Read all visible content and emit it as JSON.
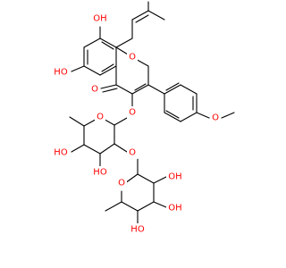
{
  "molecule": {
    "atom_label_color": "#ff0000",
    "bond_color": "#000000",
    "labels": {
      "oh_top": "OH",
      "oh_left": "OH",
      "ho_left": "HO",
      "o_carbonyl": "O",
      "o_ring_c": "O",
      "o_methoxy": "O",
      "o_glycosidic_3": "O",
      "o_sugar1_ring": "O",
      "o_glycosidic_2": "O",
      "ho_sugar1": "HO",
      "ho_sugar1b": "HO",
      "o_sugar2_ring": "O",
      "oh_sugar2_a": "OH",
      "oh_sugar2_b": "OH",
      "ho_sugar2": "HO"
    }
  }
}
